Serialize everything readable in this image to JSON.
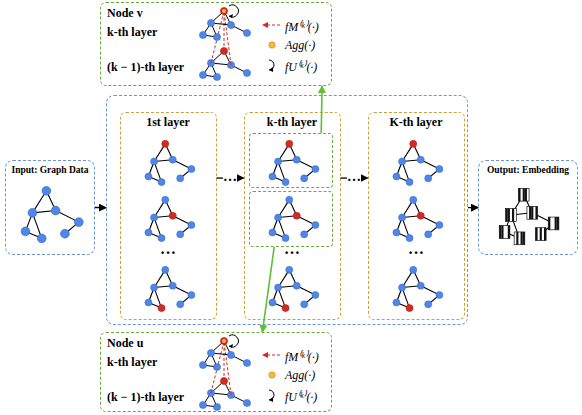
{
  "diagram": {
    "nodes": [
      {
        "text": [
          "Node v",
          "k-th layer",
          "(k − 1)-th layer",
          "fM⁽ᵏ⁾(·)",
          "Agg(·)",
          "fU⁽ᵏ⁾(·)"
        ]
      },
      {
        "text": [
          "Input: Graph Data"
        ]
      },
      {
        "text": []
      },
      {
        "text": [
          "1st layer"
        ],
        "in": 2
      },
      {
        "text": [
          "k-th layer"
        ],
        "in": 2
      },
      {
        "text": [],
        "in": 4
      },
      {
        "text": [],
        "in": 4
      },
      {
        "text": [
          "K-th layer"
        ],
        "in": 2
      },
      {
        "text": [
          "Output: Embedding"
        ]
      },
      {
        "text": [
          "Node u",
          "k-th layer",
          "(k − 1)-th layer",
          "fM⁽ᵏ⁾(·)",
          "Agg(·)",
          "fU⁽ᵏ⁾(·)"
        ]
      }
    ],
    "edges": [
      {
        "from": 1,
        "to": 2,
        "arrow": "to"
      },
      {
        "from": 2,
        "to": 8,
        "arrow": "to"
      },
      {
        "from": 3,
        "to": 4,
        "label": "…",
        "arrow": "to"
      },
      {
        "from": 4,
        "to": 7,
        "label": "…",
        "arrow": "to"
      },
      {
        "from": 5,
        "to": 0,
        "arrow": "to"
      },
      {
        "from": 6,
        "to": 9,
        "arrow": "to"
      }
    ],
    "labels": [
      "…",
      "…",
      "…"
    ]
  }
}
